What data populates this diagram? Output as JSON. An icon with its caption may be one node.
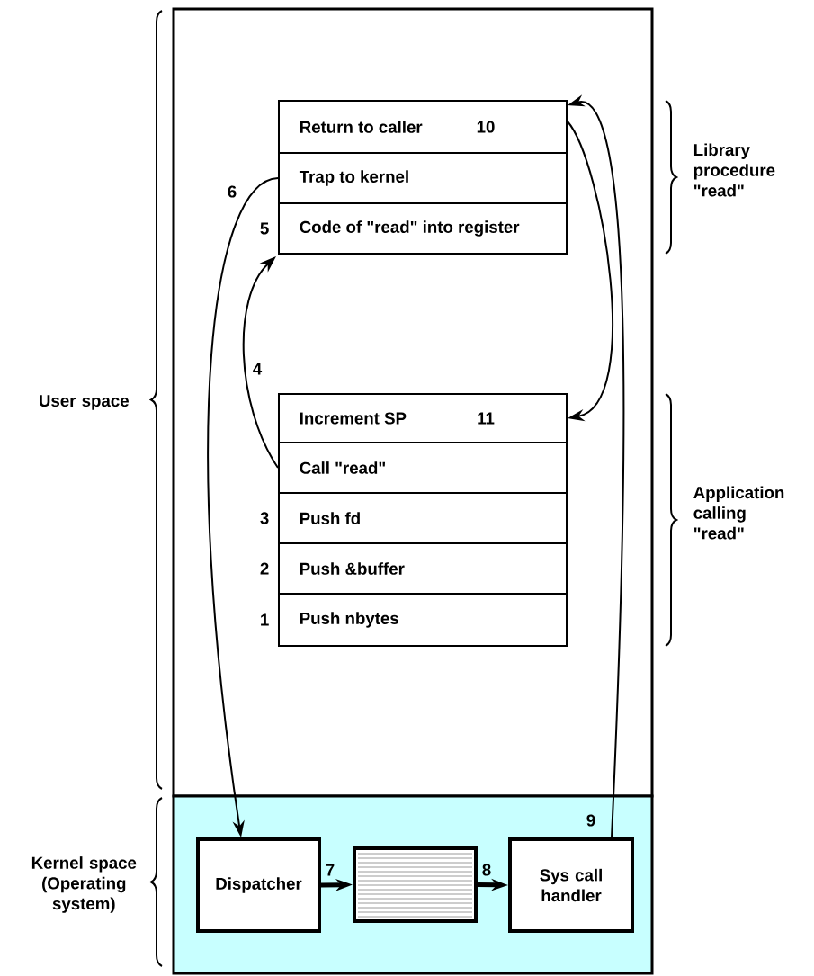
{
  "diagram": {
    "nodes": [
      {
        "text": [],
        "shape": "box",
        "beside": [
          "User space"
        ]
      },
      {
        "text": [
          "Return to caller",
          "10"
        ],
        "in": 0
      },
      {
        "text": [
          "Trap to kernel"
        ],
        "in": 0
      },
      {
        "text": [
          "Code of \"read\" into register"
        ],
        "in": 0,
        "beside": [
          "5"
        ]
      },
      {
        "text": [
          "Increment SP",
          "11"
        ],
        "in": 0
      },
      {
        "text": [
          "Call \"read\""
        ],
        "in": 0
      },
      {
        "text": [
          "Push fd"
        ],
        "in": 0,
        "beside": [
          "3"
        ]
      },
      {
        "text": [
          "Push &buffer"
        ],
        "in": 0,
        "beside": [
          "2"
        ]
      },
      {
        "text": [
          "Push nbytes"
        ],
        "in": 0,
        "beside": [
          "1"
        ]
      },
      {
        "text": [],
        "shape": "box",
        "beside": [
          "Kernel space (Operating system)"
        ]
      },
      {
        "text": [
          "Dispatcher"
        ],
        "in": 9
      },
      {
        "text": [],
        "shape": "box",
        "in": 9
      },
      {
        "text": [
          "Sys call handler"
        ],
        "in": 9
      }
    ],
    "edges": [
      {
        "from": 5,
        "to": 3,
        "arrow": "to",
        "label": "4"
      },
      {
        "from": 2,
        "to": 10,
        "arrow": "to",
        "label": "6"
      },
      {
        "from": 10,
        "to": 11,
        "arrow": "to",
        "label": "7",
        "style": "thick"
      },
      {
        "from": 11,
        "to": 12,
        "arrow": "to",
        "label": "8",
        "style": "thick"
      },
      {
        "from": 12,
        "to": 1,
        "arrow": "to",
        "label": "9"
      },
      {
        "from": 1,
        "to": 4,
        "arrow": "to"
      }
    ],
    "labels": [
      "Library procedure \"read\"",
      "Application calling \"read\""
    ]
  }
}
